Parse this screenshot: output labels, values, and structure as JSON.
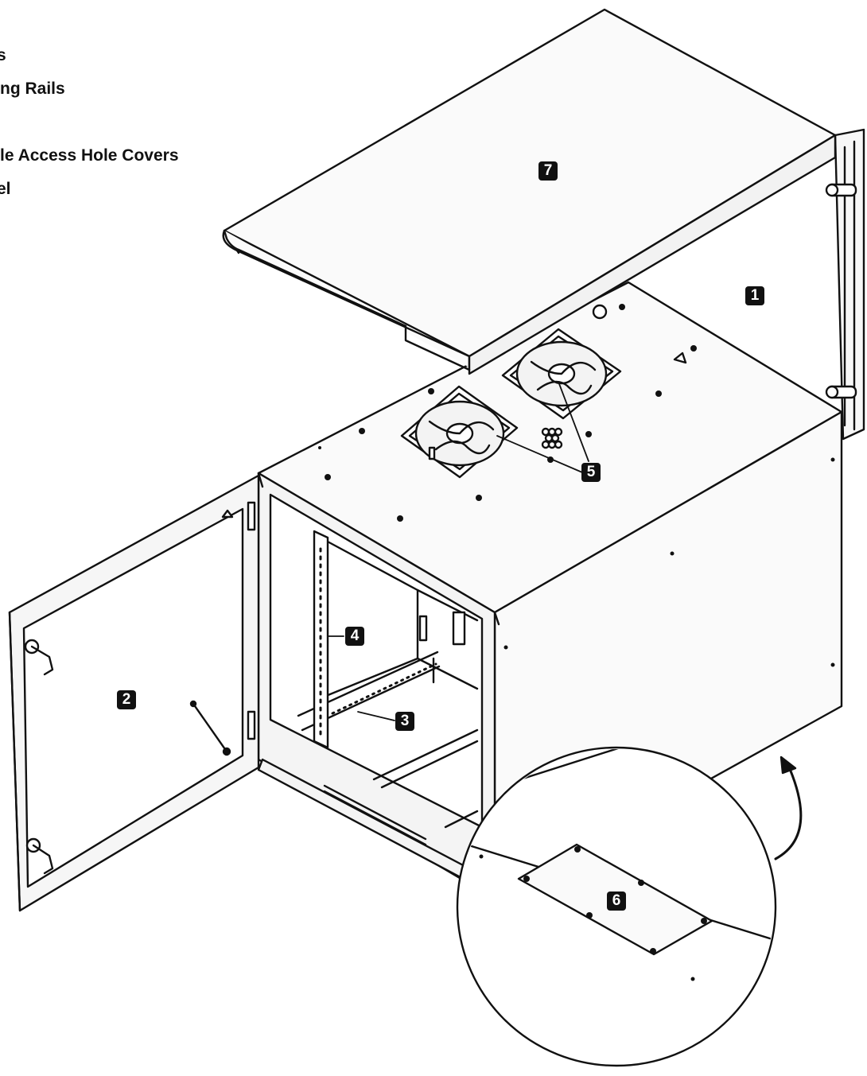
{
  "legend": [
    {
      "text": "s"
    },
    {
      "text": "ng Rails"
    },
    {
      "text": "le Access Hole Covers"
    },
    {
      "text": "el"
    }
  ],
  "callouts": {
    "c1": "1",
    "c2": "2",
    "c3": "3",
    "c4": "4",
    "c5": "5",
    "c6": "6",
    "c7": "7"
  }
}
